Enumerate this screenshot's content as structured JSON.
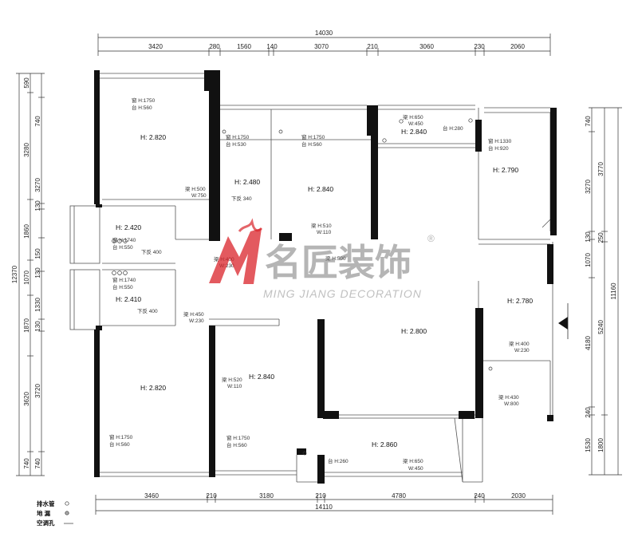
{
  "colors": {
    "wall": "#111111",
    "thin": "#555555",
    "dim": "#333333",
    "brand_red": "#d9232a",
    "watermark_gray": "#8a8a8a"
  },
  "dims": {
    "top_total": "14030",
    "top": [
      "3420",
      "280",
      "1560",
      "140",
      "3070",
      "210",
      "3060",
      "230",
      "2060"
    ],
    "bottom_total": "14110",
    "bottom": [
      "3460",
      "210",
      "3180",
      "210",
      "4780",
      "240",
      "2030"
    ],
    "left_total": "12370",
    "left_outer": [
      "590",
      "3280",
      "1860",
      "1070",
      "1870",
      "3620",
      "740"
    ],
    "left_inner": [
      "740",
      "3270",
      "130",
      "150",
      "130",
      "1330",
      "130",
      "3720",
      "740"
    ],
    "right_inner": [
      "740",
      "3270",
      "130",
      "1070",
      "4180",
      "240",
      "1530"
    ],
    "right_outer": [
      "3770",
      "250",
      "5240",
      "1800"
    ],
    "right_total": "11160"
  },
  "rooms": {
    "r1": "H: 2.820",
    "r2": "H: 2.480",
    "r3": "H: 2.840",
    "r4": "H: 2.840",
    "r5": "H: 2.790",
    "r6": "H: 2.420",
    "r7": "H: 2.410",
    "r8": "H: 2.800",
    "r9": "H: 2.780",
    "r10": "H: 2.820",
    "r11": "H: 2.840",
    "r12": "H: 2.860"
  },
  "notes": {
    "n1a": "窗 H:1750",
    "n1b": "台 H:560",
    "n2a": "窗 H:1750",
    "n2b": "台 H:530",
    "n3a": "窗 H:1750",
    "n3b": "台 H:560",
    "n4a": "梁 H:650",
    "n4b": "W:450",
    "n4c": "台 H:280",
    "n5a": "窗 H:1330",
    "n5b": "台 H:920",
    "n6a": "梁 H:500",
    "n6b": "W:750",
    "n7": "下反 340",
    "n8a": "梁 H:510",
    "n8b": "W:110",
    "n9a": "窗 H:1740",
    "n9b": "台 H:550",
    "n9c": "下反 400",
    "n10a": "窗 H:1740",
    "n10b": "台 H:550",
    "n10c": "下反 400",
    "n11a": "梁 H:400",
    "n11b": "W:230",
    "n12a": "梁 H:450",
    "n12b": "W:230",
    "n13a": "梁 H:400",
    "n13b": "W:230",
    "n14a": "梁 H:520",
    "n14b": "W:110",
    "n15a": "梁 H:430",
    "n15b": "W:800",
    "n16a": "窗 H:1750",
    "n16b": "台 H:560",
    "n17a": "窗 H:1750",
    "n17b": "台 H:560",
    "n18": "台 H:260",
    "n19a": "梁 H:650",
    "n19b": "W:450",
    "n20": "梁 H:500"
  },
  "legend": {
    "drain": "排水管",
    "floor_drain": "地 漏",
    "ac_hole": "空调孔"
  },
  "watermark": {
    "cn": "名匠装饰",
    "en": "MING JIANG DECORATION",
    "reg": "®"
  }
}
